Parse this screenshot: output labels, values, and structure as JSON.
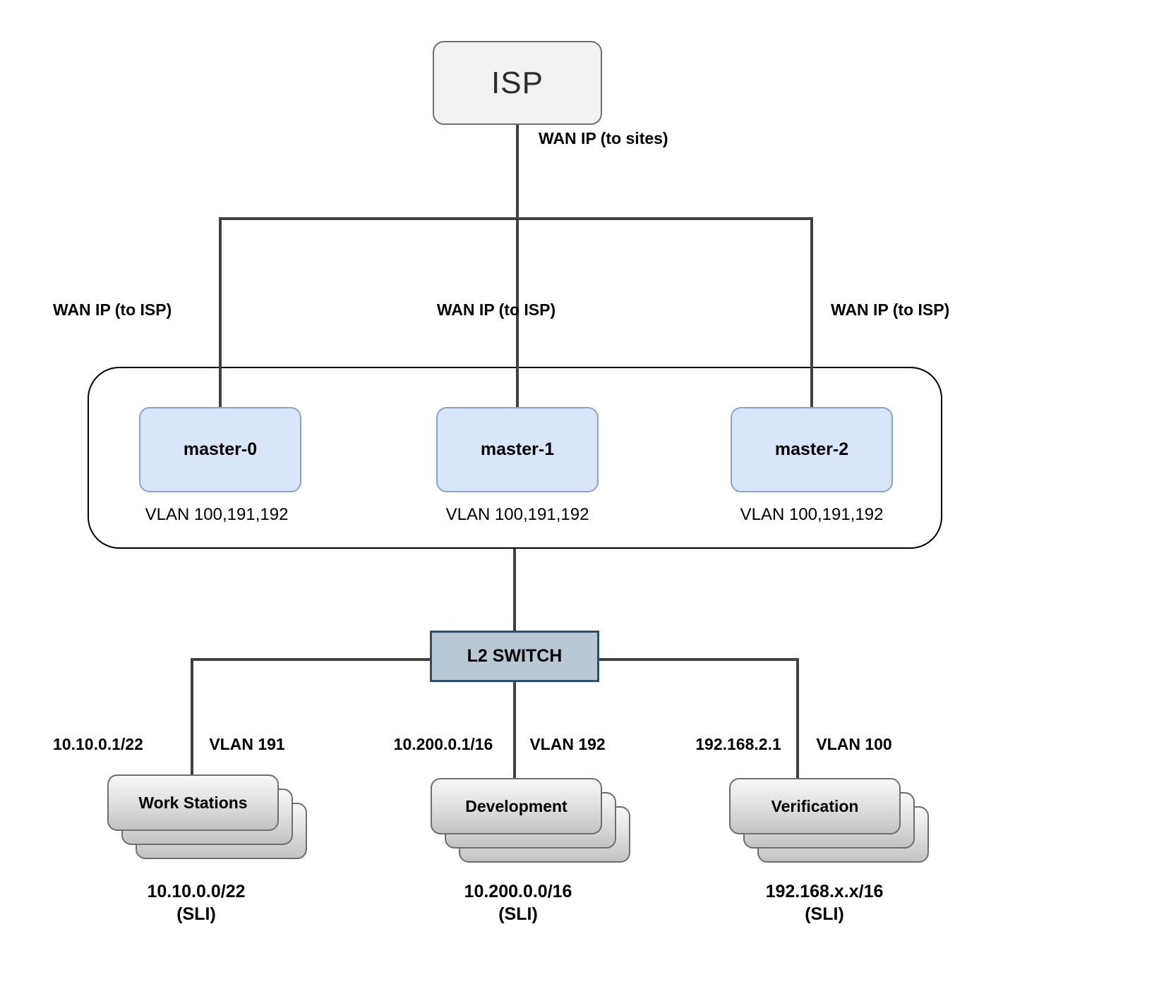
{
  "labels": {
    "wan_to_sites": "WAN IP (to sites)",
    "wan_to_isp": "WAN IP (to ISP)"
  },
  "nodes": {
    "isp": {
      "label": "ISP"
    },
    "masters": [
      {
        "name": "master-0",
        "vlan": "VLAN 100,191,192"
      },
      {
        "name": "master-1",
        "vlan": "VLAN 100,191,192"
      },
      {
        "name": "master-2",
        "vlan": "VLAN 100,191,192"
      }
    ],
    "switch": {
      "label": "L2 SWITCH"
    },
    "groups": [
      {
        "name": "Work Stations",
        "ip": "10.10.0.1/22",
        "vlan": "VLAN 191",
        "subnet": "10.10.0.0/22",
        "sli": "(SLI)"
      },
      {
        "name": "Development",
        "ip": "10.200.0.1/16",
        "vlan": "VLAN 192",
        "subnet": "10.200.0.0/16",
        "sli": "(SLI)"
      },
      {
        "name": "Verification",
        "ip": "192.168.2.1",
        "vlan": "VLAN 100",
        "subnet": "192.168.x.x/16",
        "sli": "(SLI)"
      }
    ]
  },
  "colors": {
    "connector_line": "#404040",
    "isp_fill": "#f2f2f2",
    "isp_border": "#707070",
    "master_fill": "#d9e5f9",
    "master_border": "#87a4cd",
    "masters_container_border": "#000000",
    "switch_fill": "#b9c8d5",
    "switch_border": "#2e4e68",
    "card_border": "#6e6e6e",
    "card_gradient_top": "#f8f8f8",
    "card_gradient_bottom": "#c3c3c3",
    "text": "#000000"
  }
}
